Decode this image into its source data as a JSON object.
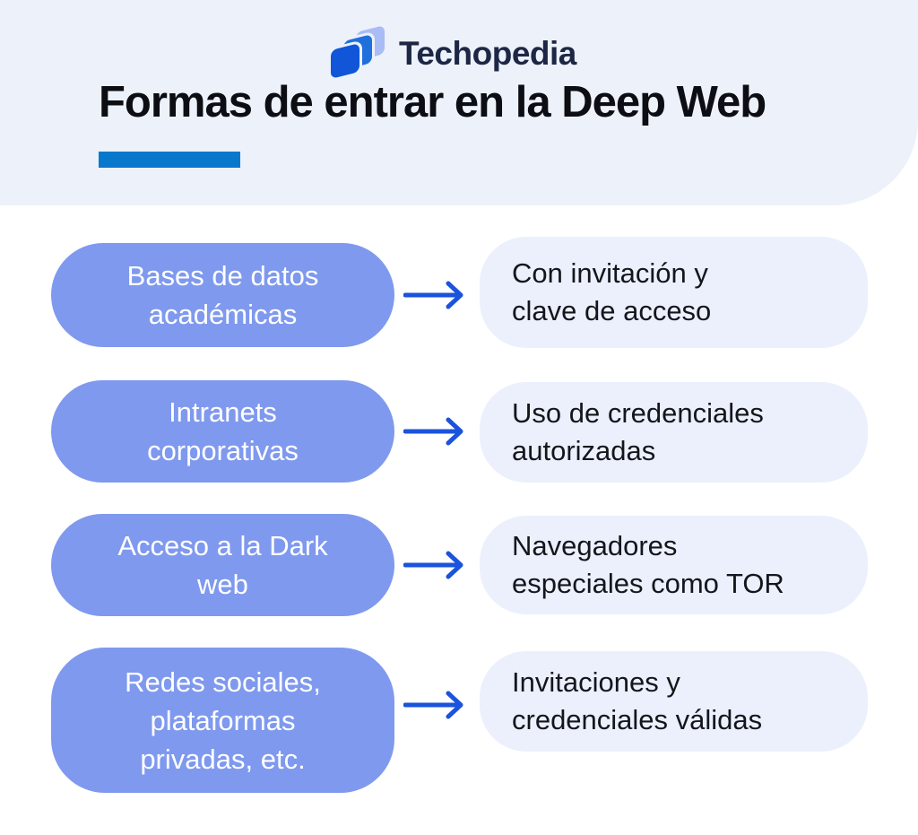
{
  "brand": {
    "name": "Techopedia"
  },
  "header": {
    "title": "Formas de entrar en la Deep Web"
  },
  "colors": {
    "band_bg": "#edf1fa",
    "pill_bg": "#7f99ee",
    "access_bg": "#ebf0fc",
    "arrow": "#1a53dc",
    "title_underline": "#0878cd",
    "wordmark": "#1d2745",
    "logo_dark": "#1155d8",
    "logo_mid": "#2070dc",
    "logo_light": "#a9bcf5"
  },
  "rows": [
    {
      "method": "Bases de datos\nacadémicas",
      "access": "Con invitación y\nclave de acceso"
    },
    {
      "method": "Intranets\ncorporativas",
      "access": "Uso de credenciales\nautorizadas"
    },
    {
      "method": "Acceso a la Dark\nweb",
      "access": "Navegadores\nespeciales como TOR"
    },
    {
      "method": "Redes sociales,\nplataformas\nprivadas, etc.",
      "access": "Invitaciones y\ncredenciales válidas"
    }
  ]
}
